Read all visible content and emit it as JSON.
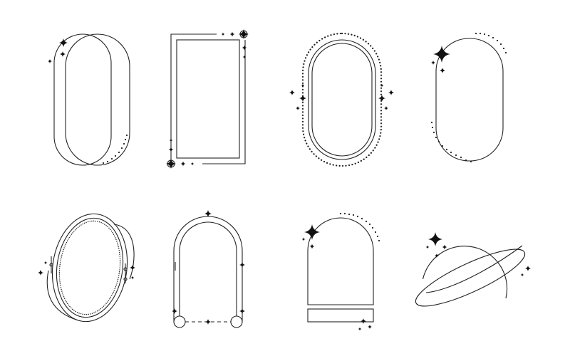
{
  "artwork": {
    "background_color": "#ffffff",
    "line_color": "#222222",
    "frames": [
      {
        "name": "double-oval-frame",
        "style": "oval, offset double outline, dotted arc, sparkles"
      },
      {
        "name": "rectangle-frame",
        "style": "rectangle, offset corner brackets, compass-star ornaments"
      },
      {
        "name": "dotted-oval-frame",
        "style": "double oval, dotted outer ring, side sparkles"
      },
      {
        "name": "sparkle-oval-frame",
        "style": "open oval, dotted arcs, large sparkle"
      },
      {
        "name": "tilted-ellipse-frame",
        "style": "tilted ellipse, inner dotted ellipse, orbit arcs, bead ornaments"
      },
      {
        "name": "arch-frame",
        "style": "arch, circles at base, dashed base line, sparkles"
      },
      {
        "name": "arch-with-plinth-frame",
        "style": "arch, base plinth, dotted arc, sparkles"
      },
      {
        "name": "planet-frame",
        "style": "circle with orbit ring, sparkles"
      }
    ],
    "ornaments": [
      "sparkle-icon",
      "compass-star-icon"
    ]
  }
}
